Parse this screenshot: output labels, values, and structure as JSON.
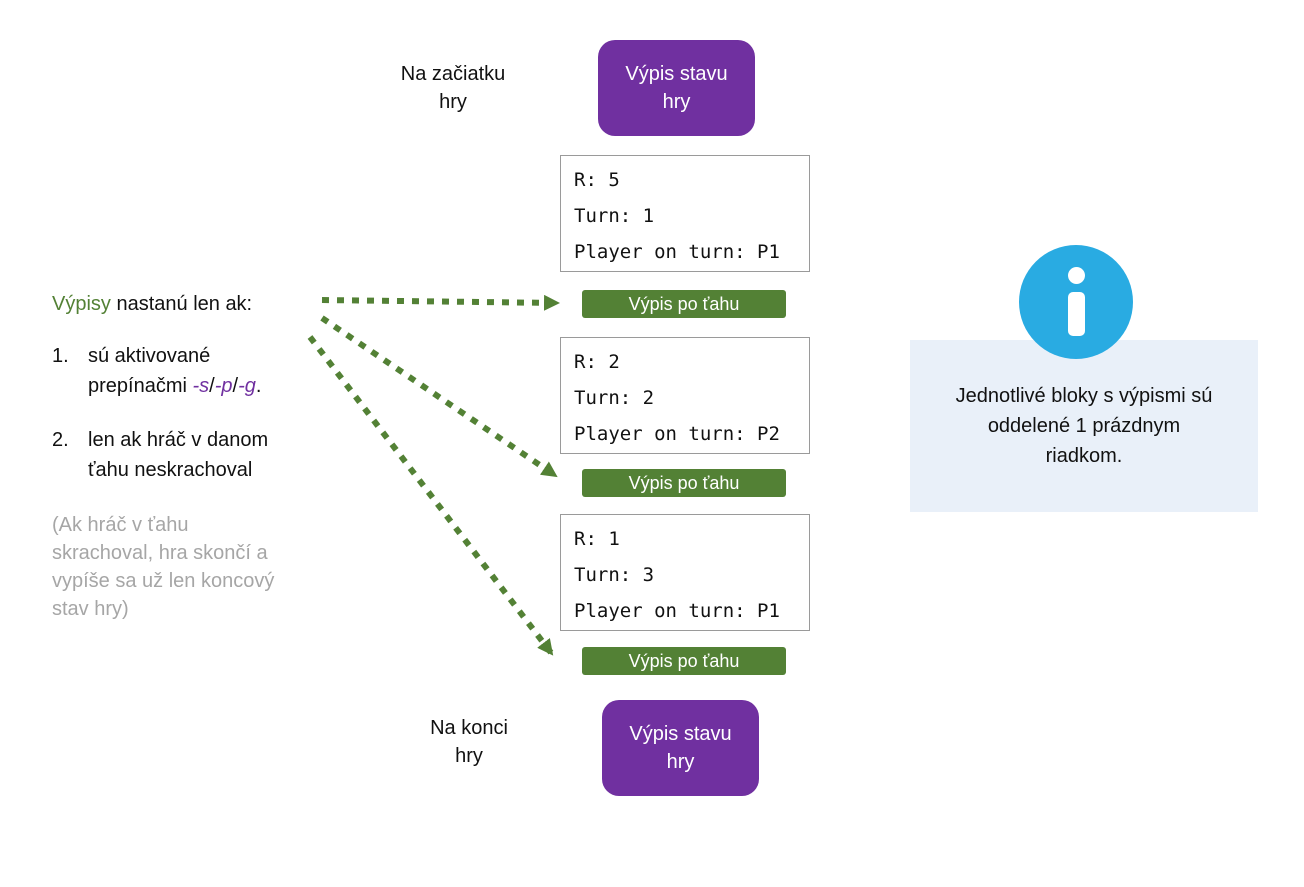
{
  "flow": {
    "start_label": "Na začiatku\nhry",
    "end_label": "Na konci\nhry",
    "state_box_label": "Výpis stavu\nhry",
    "turn_button_label": "Výpis po ťahu",
    "code_blocks": [
      {
        "lines": [
          "R: 5",
          "Turn: 1",
          "Player on turn: P1"
        ]
      },
      {
        "lines": [
          "R: 2",
          "Turn: 2",
          "Player on turn: P2"
        ]
      },
      {
        "lines": [
          "R: 1",
          "Turn: 3",
          "Player on turn: P1"
        ]
      }
    ]
  },
  "notes": {
    "heading_highlight": "Výpisy",
    "heading_rest": " nastanú len ak:",
    "item1": {
      "num": "1.",
      "line1": "sú aktivované",
      "line2_pre": "prepínačmi ",
      "switch1": "-s",
      "sep1": "/",
      "switch2": "-p",
      "sep2": "/",
      "switch3": "-g",
      "line2_end": "."
    },
    "item2": {
      "num": "2.",
      "line1": "len ak hráč v danom",
      "line2": "ťahu neskrachoval"
    },
    "gray_note": "(Ak hráč v ťahu\nskrachoval, hra skončí a\nvypíše sa už len koncový\nstav hry)"
  },
  "info": {
    "text": "Jednotlivé bloky s výpismi sú\noddelené 1 prázdnym\nriadkom."
  },
  "colors": {
    "purple": "#7030a0",
    "green": "#538135",
    "arrow_green": "#538135",
    "info_blue": "#29abe2",
    "info_bg": "#e9f0f9",
    "gray_text": "#a6a6a6"
  }
}
